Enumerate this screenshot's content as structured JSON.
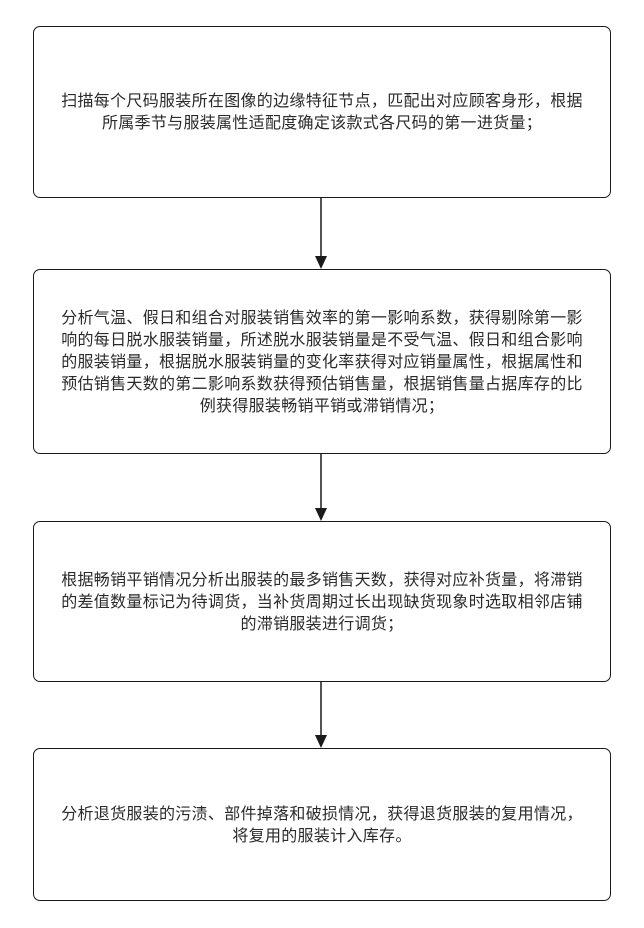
{
  "flowchart": {
    "steps": [
      {
        "text": "扫描每个尺码服装所在图像的边缘特征节点，匹配出对应顾客身形，根据所属季节与服装属性适配度确定该款式各尺码的第一进货量；"
      },
      {
        "text": "分析气温、假日和组合对服装销售效率的第一影响系数，获得剔除第一影响的每日脱水服装销量，所述脱水服装销量是不受气温、假日和组合影响的服装销量，根据脱水服装销量的变化率获得对应销量属性，根据属性和预估销售天数的第二影响系数获得预估销售量，根据销售量占据库存的比例获得服装畅销平销或滞销情况；"
      },
      {
        "text": "根据畅销平销情况分析出服装的最多销售天数，获得对应补货量，将滞销的差值数量标记为待调货，当补货周期过长出现缺货现象时选取相邻店铺的滞销服装进行调货；"
      },
      {
        "text": "分析退货服装的污渍、部件掉落和破损情况，获得退货服装的复用情况，将复用的服装计入库存。"
      }
    ],
    "line_color": "#1a1a1a"
  }
}
